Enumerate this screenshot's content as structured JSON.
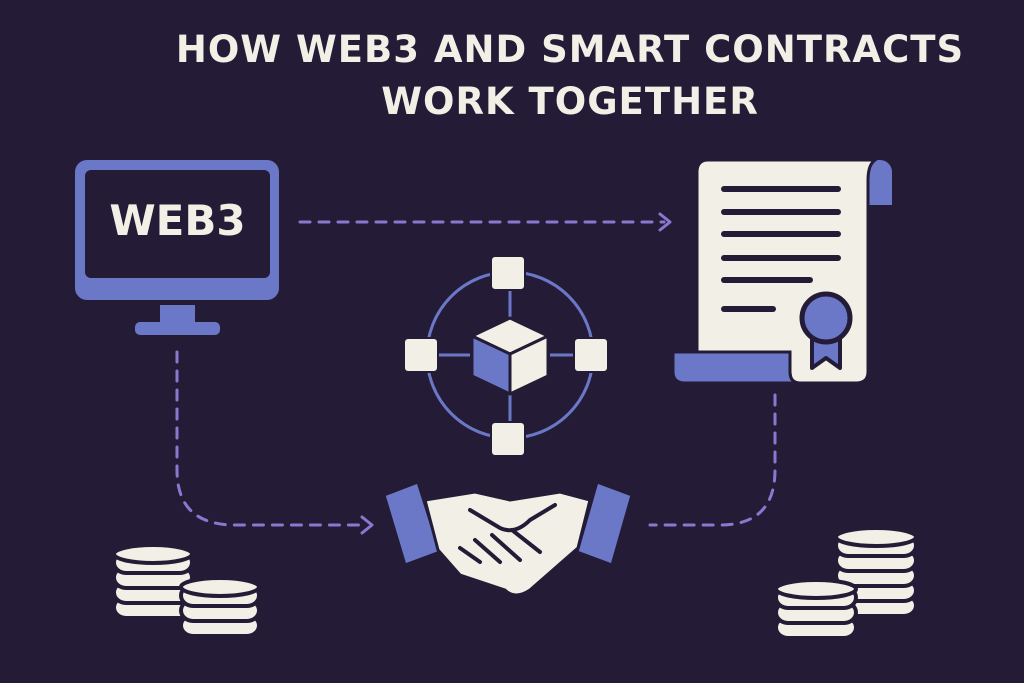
{
  "title": {
    "line1": "HOW WEB3 AND SMART CONTRACTS",
    "line2": "WORK TOGETHER"
  },
  "monitor": {
    "label": "WEB3"
  },
  "colors": {
    "background": "#241c36",
    "accent": "#6b78c8",
    "cream": "#f2efe6",
    "dash": "#8a78d0"
  }
}
